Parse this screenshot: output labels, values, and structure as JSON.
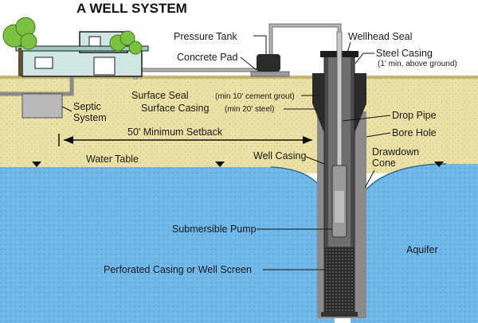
{
  "title": "A WELL SYSTEM",
  "labels": {
    "pressure_tank": "Pressure Tank",
    "concrete_pad": "Concrete Pad",
    "wellhead_seal": "Wellhead Seal",
    "steel_casing": "Steel Casing",
    "steel_casing_note": "(1' min, above ground)",
    "septic_line1": "Septic",
    "septic_line2": "System",
    "surface_seal": "Surface Seal",
    "surface_seal_note": "(min 10' cement grout)",
    "surface_casing": "Surface Casing",
    "surface_casing_note": "(min 20' steel)",
    "drop_pipe": "Drop Pipe",
    "bore_hole": "Bore Hole",
    "setback": "50' Minimum Setback",
    "water_table": "Water Table",
    "well_casing": "Well Casing",
    "drawdown_line1": "Drawdown",
    "drawdown_line2": "Cone",
    "submersible_pump": "Submersible Pump",
    "aquifer": "Aquifer",
    "perforated_casing": "Perforated Casing or Well Screen"
  },
  "colors": {
    "soil": "#ebe1a5",
    "water": "#6fb7e8",
    "casing": "#3b3b3b",
    "grass": "#7dc142",
    "house": "#cfe6e4"
  }
}
